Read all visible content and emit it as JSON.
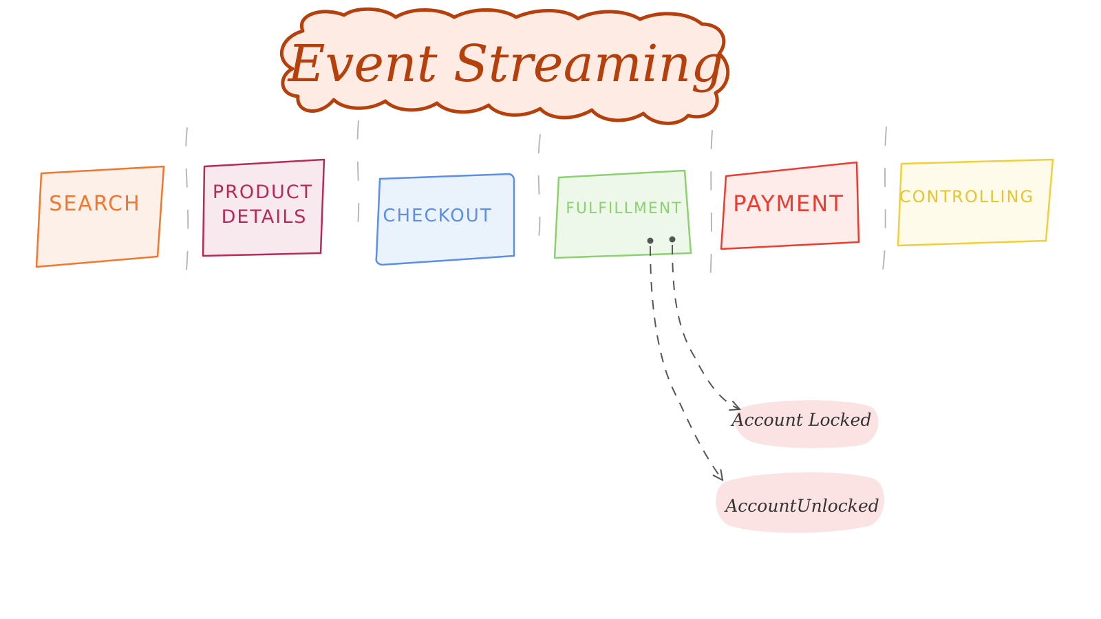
{
  "title": "Event Streaming",
  "colors": {
    "title_stroke": "#b5400b",
    "title_fill": "#fdebe4",
    "divider": "#b8b8b8",
    "arrow": "#555555",
    "event_fill": "#fbe3e3",
    "event_text": "#333333"
  },
  "contexts": [
    {
      "label": "SEARCH",
      "stroke": "#f2772d",
      "fill": "#fdf0e8",
      "text_color": "#f2772d"
    },
    {
      "label_lines": [
        "PRODUCT",
        "DETAILS"
      ],
      "stroke": "#b8295a",
      "fill": "#f8e9ef",
      "text_color": "#b8295a"
    },
    {
      "label": "CHECKOUT",
      "stroke": "#5b8ee6",
      "fill": "#eaf2fb",
      "text_color": "#5b8ee6"
    },
    {
      "label": "FULFILLMENT",
      "stroke": "#8cd16e",
      "fill": "#eef8ea",
      "text_color": "#8cd16e"
    },
    {
      "label": "PAYMENT",
      "stroke": "#ec3b2f",
      "fill": "#fdecea",
      "text_color": "#ec3b2f"
    },
    {
      "label": "CONTROLLING",
      "stroke": "#f2cf3a",
      "fill": "#fefbea",
      "text_color": "#e8c332"
    }
  ],
  "events": [
    {
      "label": "Account Locked"
    },
    {
      "label": "AccountUnlocked"
    }
  ]
}
